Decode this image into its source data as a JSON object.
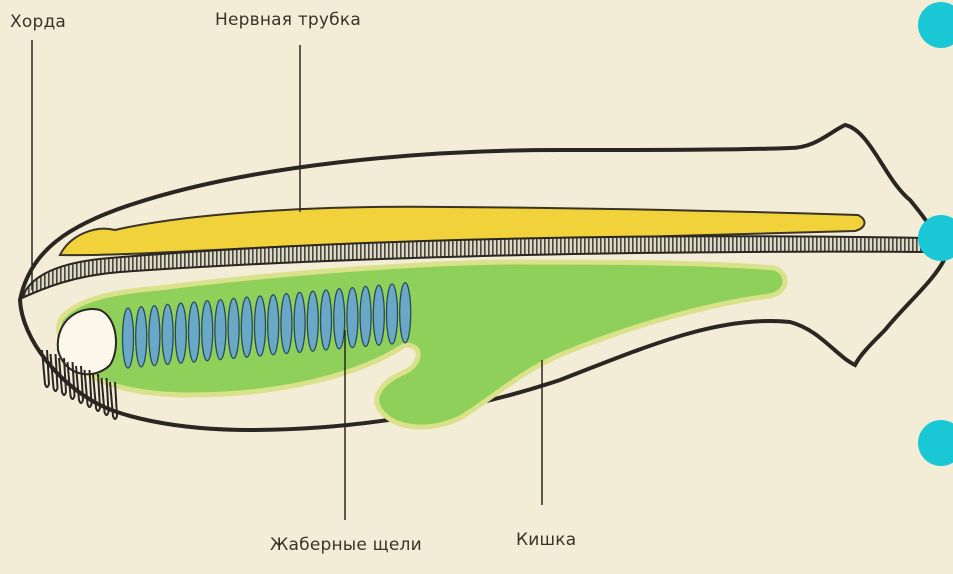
{
  "labels": {
    "notochord": "Хорда",
    "neural_tube": "Нервная трубка",
    "gill_slits": "Жаберные щели",
    "gut": "Кишка"
  },
  "colors": {
    "background": "#f3ecd6",
    "outline": "#2a2622",
    "neural_tube": "#f2d23a",
    "gut": "#8fd05a",
    "gut_edge": "#d9e28a",
    "gill_slit": "#6aa8c8",
    "notochord": "#cfd0c0",
    "accent_dot": "#19c8d4"
  }
}
